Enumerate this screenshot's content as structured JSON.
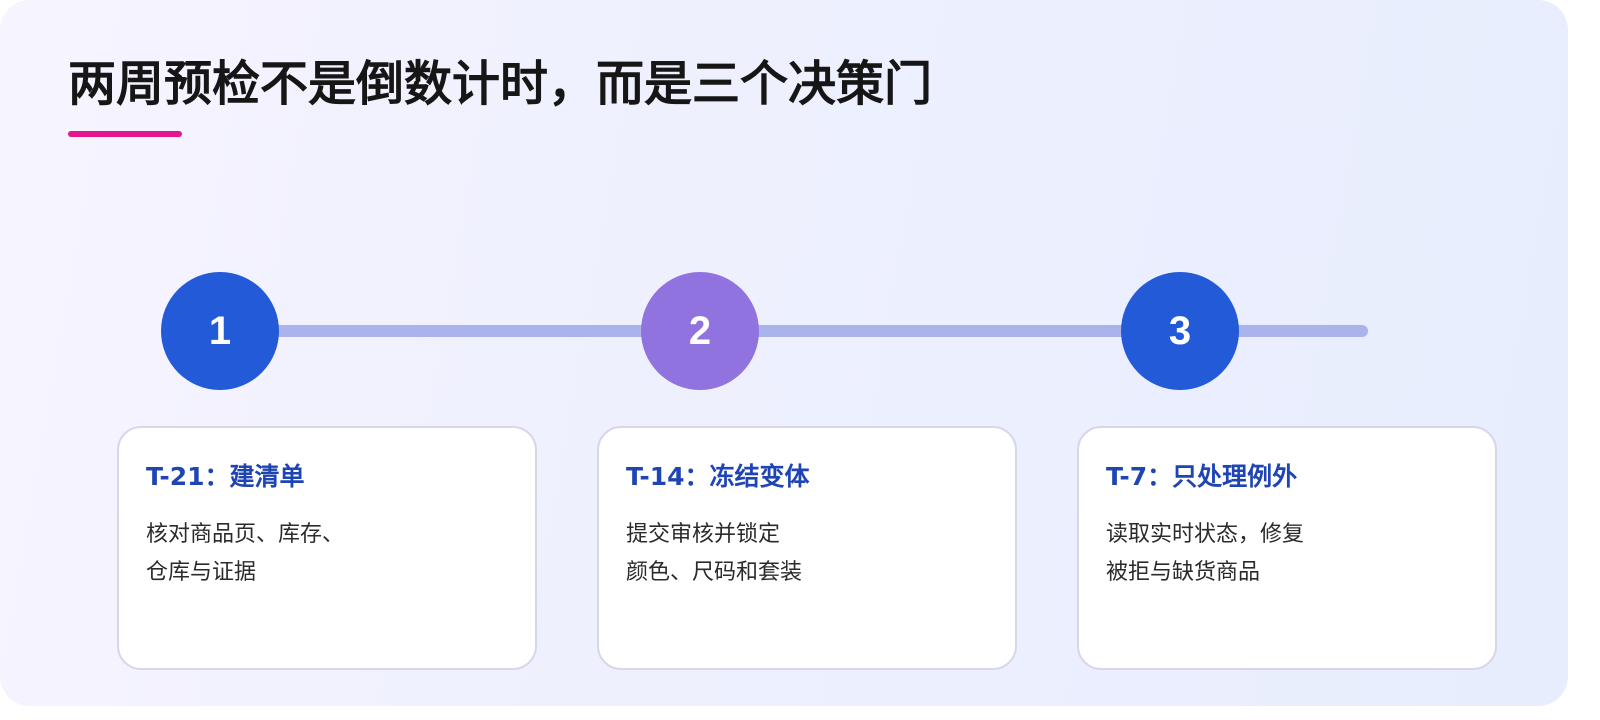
{
  "title": "两周预检不是倒数计时，而是三个决策门",
  "colors": {
    "accent_underline": "#e5158f",
    "track": "#aab3ec",
    "card_title": "#1f45b5"
  },
  "steps": [
    {
      "number": "1",
      "color": "#235ad8",
      "title": "T-21：建清单",
      "lines": [
        "核对商品页、库存、",
        "仓库与证据"
      ]
    },
    {
      "number": "2",
      "color": "#9173e0",
      "title": "T-14：冻结变体",
      "lines": [
        "提交审核并锁定",
        "颜色、尺码和套装"
      ]
    },
    {
      "number": "3",
      "color": "#235ad8",
      "title": "T-7：只处理例外",
      "lines": [
        "读取实时状态，修复",
        "被拒与缺货商品"
      ]
    }
  ]
}
